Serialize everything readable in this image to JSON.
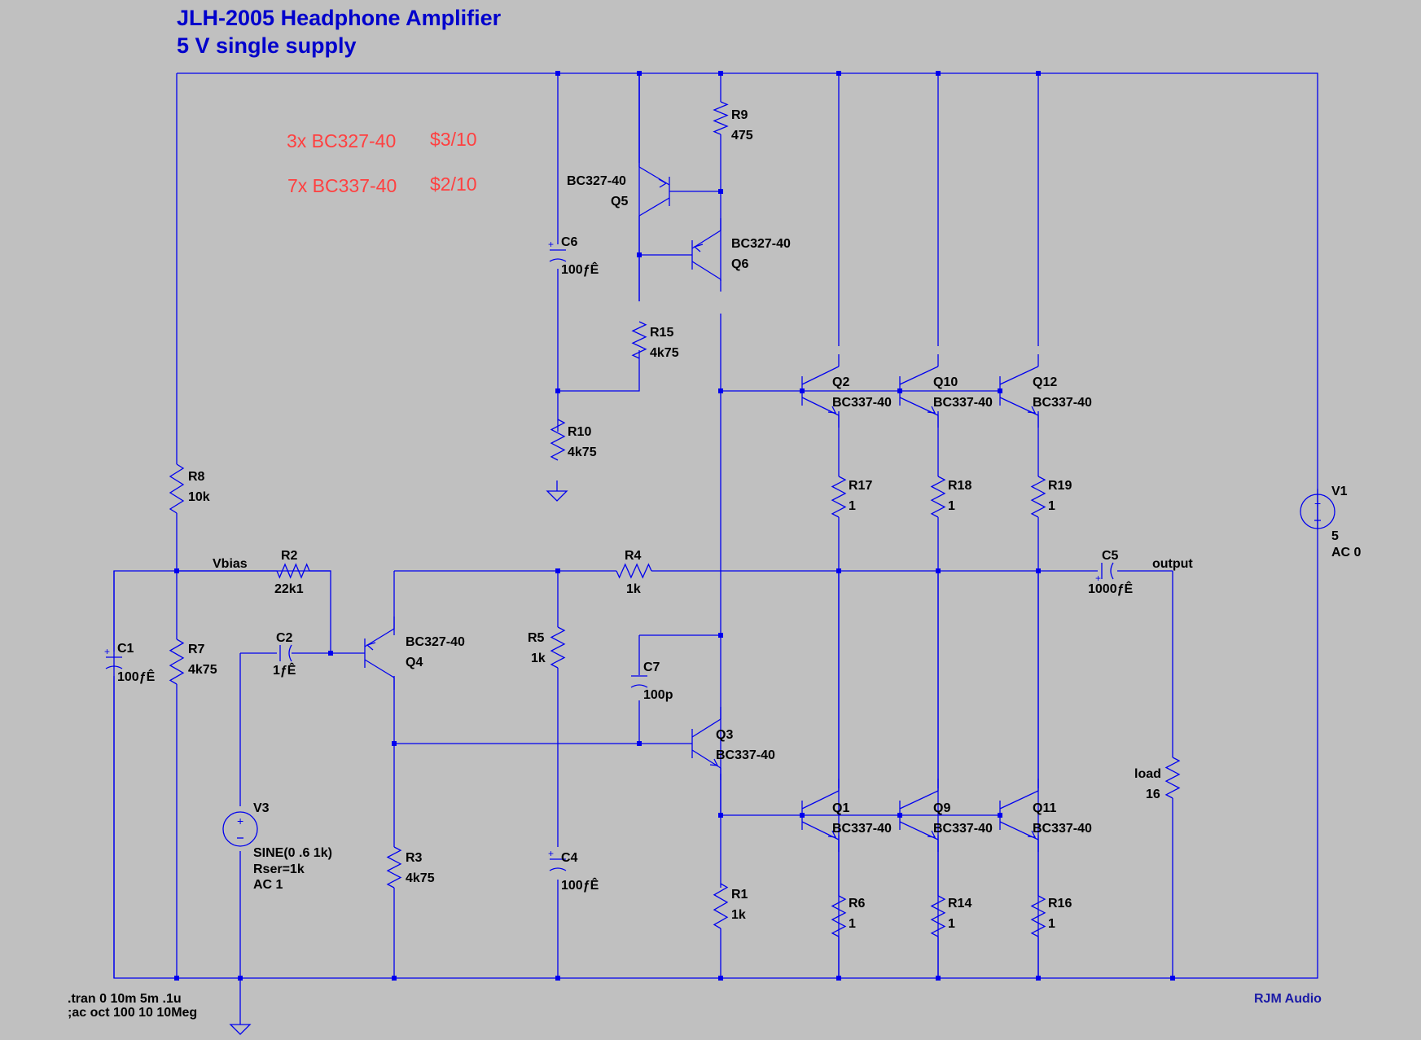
{
  "colors": {
    "background": "#c0c0c0",
    "wire": "#0000ee",
    "title": "#0000cc",
    "note": "#ff4040",
    "label": "#000000"
  },
  "title": {
    "line1": "JLH-2005 Headphone Amplifier",
    "line2": "5 V single supply"
  },
  "notes": [
    {
      "qty": "3x BC327-40",
      "price": "$3/10"
    },
    {
      "qty": "7x BC337-40",
      "price": "$2/10"
    }
  ],
  "directives": {
    "line1": ".tran 0 10m 5m .1u",
    "line2": ";ac oct 100 10 10Meg"
  },
  "credit": "RJM Audio",
  "nets": {
    "vbias": "Vbias",
    "output": "output"
  },
  "resistors": {
    "R1": {
      "name": "R1",
      "value": "1k"
    },
    "R2": {
      "name": "R2",
      "value": "22k1"
    },
    "R3": {
      "name": "R3",
      "value": "4k75"
    },
    "R4": {
      "name": "R4",
      "value": "1k"
    },
    "R5": {
      "name": "R5",
      "value": "1k"
    },
    "R6": {
      "name": "R6",
      "value": "1"
    },
    "R7": {
      "name": "R7",
      "value": "4k75"
    },
    "R8": {
      "name": "R8",
      "value": "10k"
    },
    "R9": {
      "name": "R9",
      "value": "475"
    },
    "R10": {
      "name": "R10",
      "value": "4k75"
    },
    "R14": {
      "name": "R14",
      "value": "1"
    },
    "R15": {
      "name": "R15",
      "value": "4k75"
    },
    "R16": {
      "name": "R16",
      "value": "1"
    },
    "R17": {
      "name": "R17",
      "value": "1"
    },
    "R18": {
      "name": "R18",
      "value": "1"
    },
    "R19": {
      "name": "R19",
      "value": "1"
    },
    "load": {
      "name": "load",
      "value": "16"
    }
  },
  "capacitors": {
    "C1": {
      "name": "C1",
      "value": "100ƒÊ"
    },
    "C2": {
      "name": "C2",
      "value": "1ƒÊ"
    },
    "C4": {
      "name": "C4",
      "value": "100ƒÊ"
    },
    "C5": {
      "name": "C5",
      "value": "1000ƒÊ"
    },
    "C6": {
      "name": "C6",
      "value": "100ƒÊ"
    },
    "C7": {
      "name": "C7",
      "value": "100p"
    }
  },
  "transistors": {
    "Q1": {
      "name": "Q1",
      "model": "BC337-40"
    },
    "Q2": {
      "name": "Q2",
      "model": "BC337-40"
    },
    "Q3": {
      "name": "Q3",
      "model": "BC337-40"
    },
    "Q4": {
      "name": "Q4",
      "model": "BC327-40"
    },
    "Q5": {
      "name": "Q5",
      "model": "BC327-40"
    },
    "Q6": {
      "name": "Q6",
      "model": "BC327-40"
    },
    "Q9": {
      "name": "Q9",
      "model": "BC337-40"
    },
    "Q10": {
      "name": "Q10",
      "model": "BC337-40"
    },
    "Q11": {
      "name": "Q11",
      "model": "BC337-40"
    },
    "Q12": {
      "name": "Q12",
      "model": "BC337-40"
    }
  },
  "sources": {
    "V1": {
      "name": "V1",
      "value": "5",
      "ac": "AC 0"
    },
    "V3": {
      "name": "V3",
      "value": "SINE(0 .6 1k)",
      "rser": "Rser=1k",
      "ac": "AC 1"
    }
  }
}
